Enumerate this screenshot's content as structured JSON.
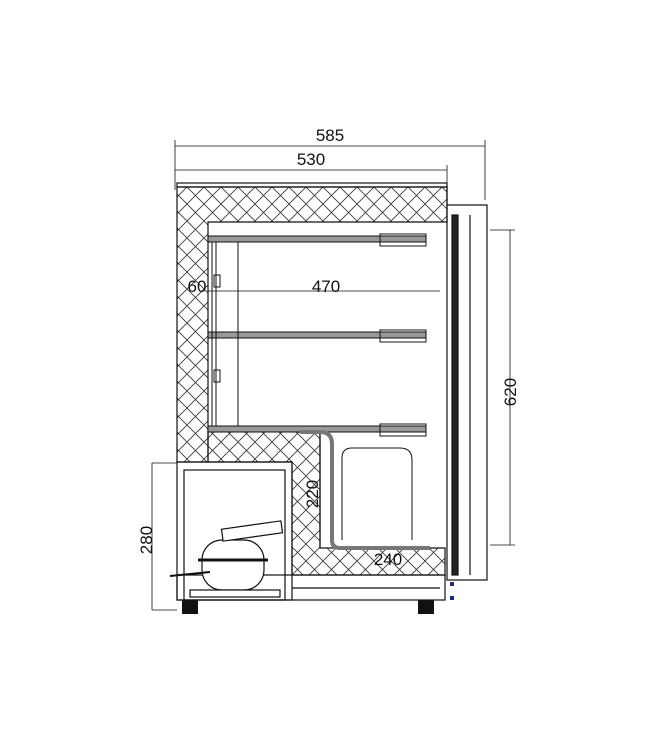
{
  "dimensions": {
    "overall_depth": "585",
    "cabinet_depth": "530",
    "wall_thickness": "60",
    "interior_depth": "470",
    "door_height": "620",
    "step_height": "220",
    "step_depth": "240",
    "compressor_bay_height": "280"
  },
  "colors": {
    "line": "#111111",
    "hatch": "#333333",
    "shelf": "#888888",
    "accent": "#1a2a8a"
  }
}
